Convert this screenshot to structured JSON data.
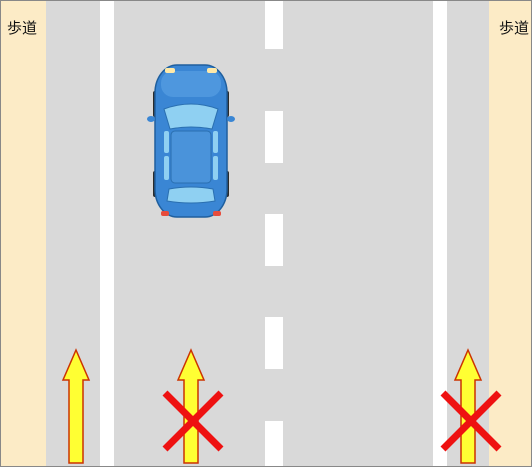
{
  "sidewalk_label": "歩道",
  "colors": {
    "sidewalk": "#fcebc6",
    "road": "#d9d9d9",
    "lane_marking": "#ffffff",
    "arrow_fill": "#ffff33",
    "arrow_stroke": "#cc3300",
    "cross": "#ee1111",
    "car_body": "#3a86d4"
  },
  "icons": {
    "car": "car-top-view-icon",
    "arrow": "up-arrow-icon",
    "cross": "red-x-icon"
  },
  "lanes": [
    {
      "name": "left-edge-lane",
      "arrow": "up",
      "prohibited": false
    },
    {
      "name": "left-main-lane",
      "arrow": "up",
      "prohibited": true,
      "has_car": true
    },
    {
      "name": "right-main-lane",
      "arrow": "none",
      "prohibited": false
    },
    {
      "name": "right-edge-lane",
      "arrow": "up",
      "prohibited": true
    }
  ]
}
